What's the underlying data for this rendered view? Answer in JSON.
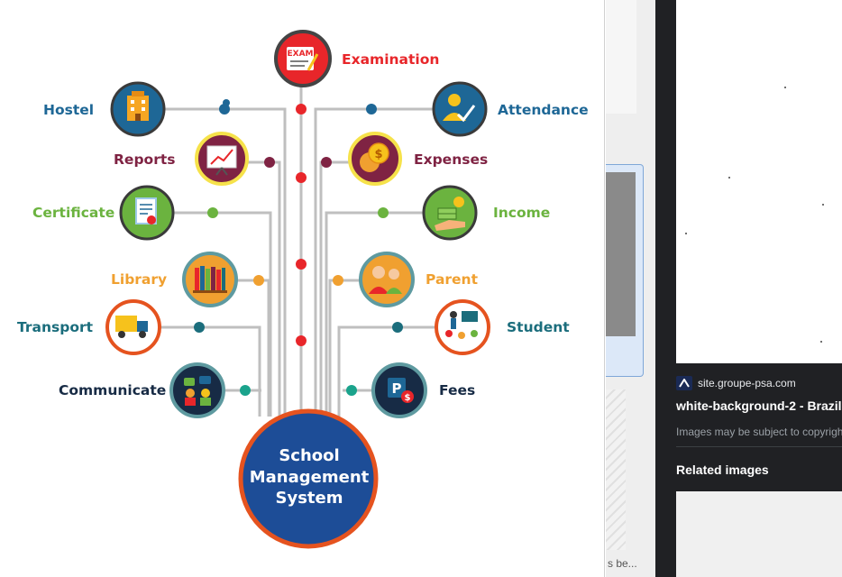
{
  "diagram": {
    "center": {
      "lines": [
        "School",
        "Management",
        "System"
      ]
    },
    "modules": {
      "examination": "Examination",
      "hostel": "Hostel",
      "attendance": "Attendance",
      "reports": "Reports",
      "expenses": "Expenses",
      "certificate": "Certificate",
      "income": "Income",
      "library": "Library",
      "parent": "Parent",
      "transport": "Transport",
      "student": "Student",
      "communicate": "Communicate",
      "fees": "Fees"
    },
    "icon_texts": {
      "exam": "EXAM",
      "fees": "P"
    },
    "colors": {
      "center_fill": "#1d4d97",
      "center_ring": "#e5531f",
      "examination": "#e8262a",
      "blue": "#1e6796",
      "maroon": "#7f2343",
      "green": "#6bb33f",
      "orange": "#f0a030",
      "teal": "#1b6d7c",
      "navy": "#172b45",
      "dot_teal": "#1aa38c"
    }
  },
  "background": {
    "caption": "s be..."
  },
  "side_panel": {
    "site_name": "site.groupe-psa.com",
    "title": "white-background-2 - Brazil",
    "note": "Images may be subject to copyright.",
    "related_heading": "Related images"
  }
}
